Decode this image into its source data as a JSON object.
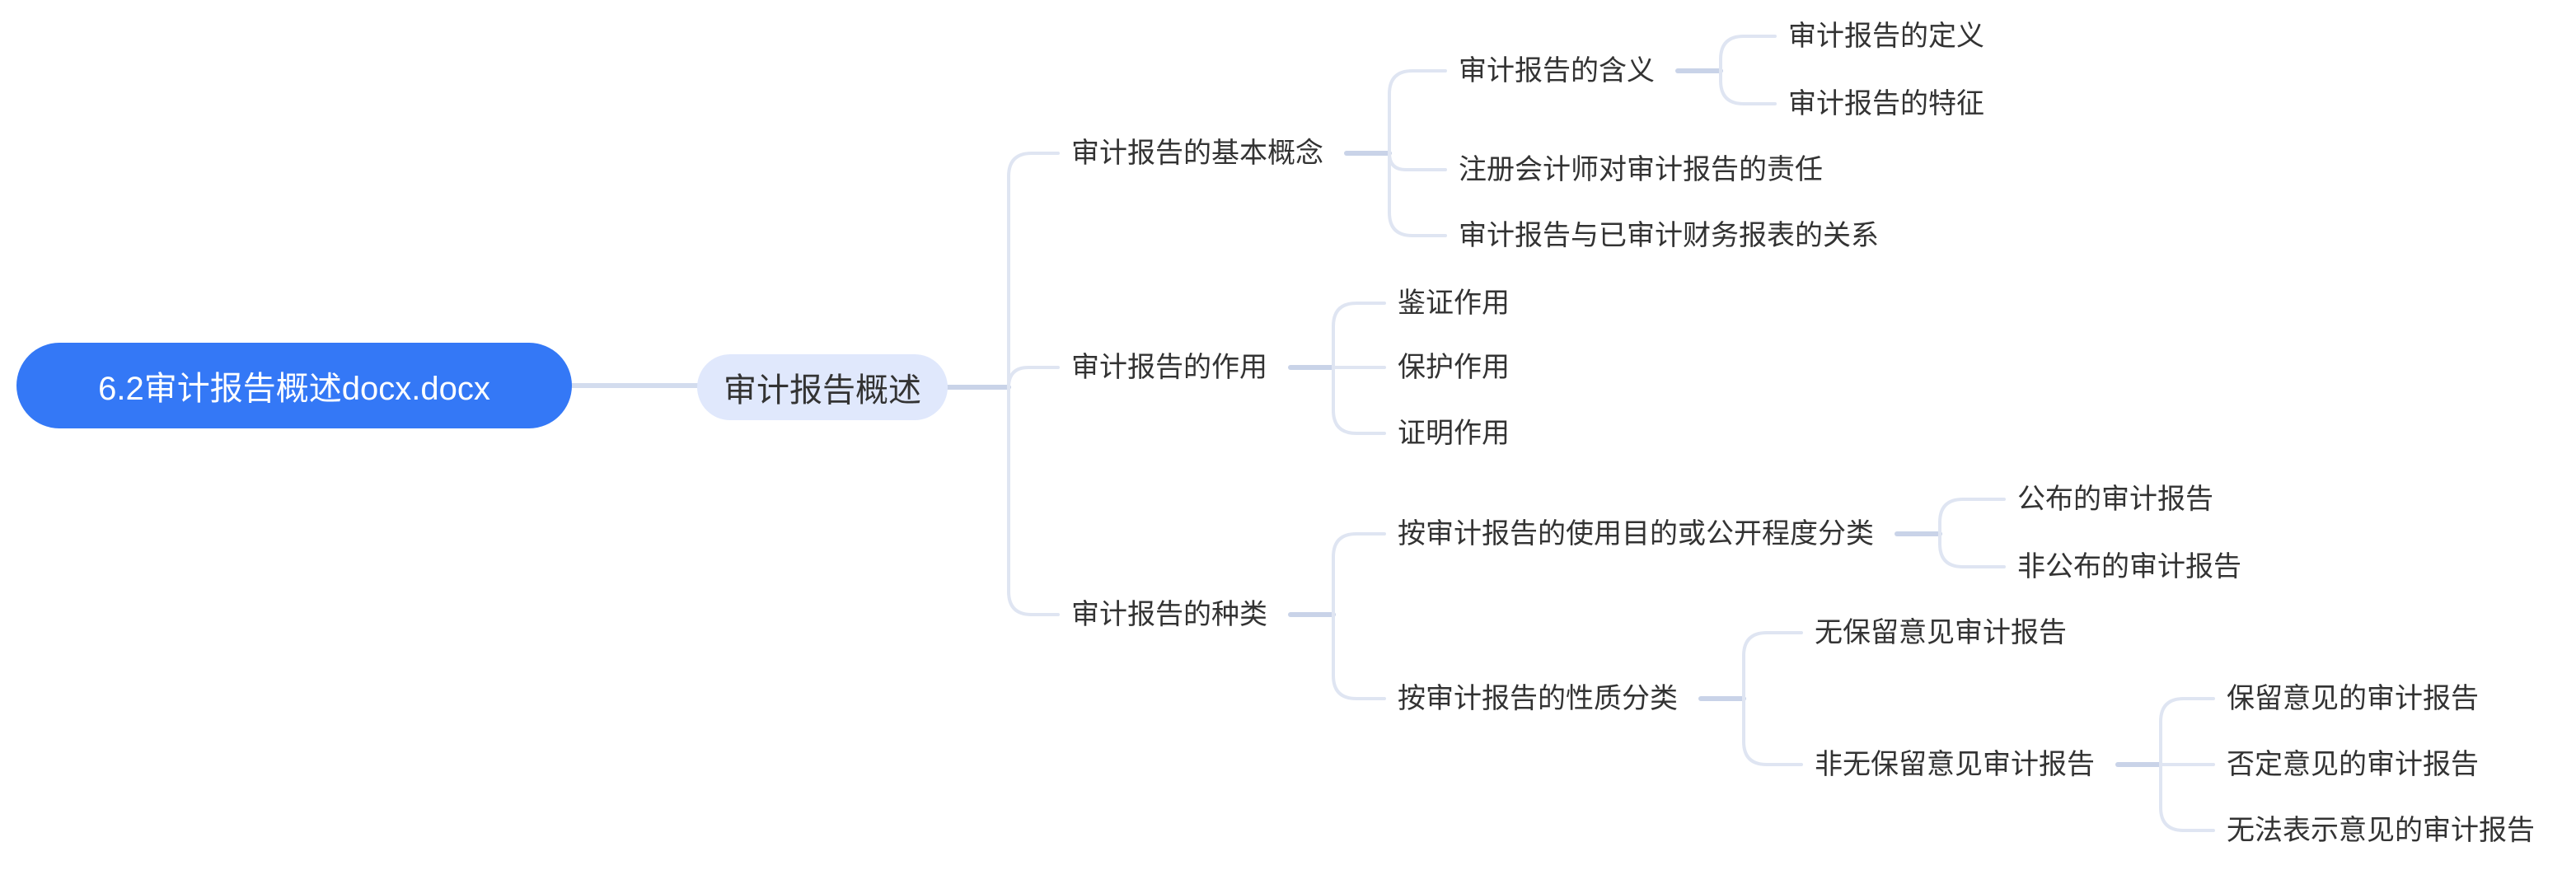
{
  "root": "6.2审计报告概述docx.docx",
  "main": "审计报告概述",
  "branches": {
    "concept": {
      "label": "审计报告的基本概念",
      "meaning": {
        "label": "审计报告的含义",
        "definition": "审计报告的定义",
        "features": "审计报告的特征"
      },
      "responsibility": "注册会计师对审计报告的责任",
      "relation": "审计报告与已审计财务报表的关系"
    },
    "function": {
      "label": "审计报告的作用",
      "items": [
        "鉴证作用",
        "保护作用",
        "证明作用"
      ]
    },
    "types": {
      "label": "审计报告的种类",
      "by_purpose": {
        "label": "按审计报告的使用目的或公开程度分类",
        "items": [
          "公布的审计报告",
          "非公布的审计报告"
        ]
      },
      "by_nature": {
        "label": "按审计报告的性质分类",
        "unqualified": "无保留意见审计报告",
        "modified": {
          "label": "非无保留意见审计报告",
          "items": [
            "保留意见的审计报告",
            "否定意见的审计报告",
            "无法表示意见的审计报告"
          ]
        }
      }
    }
  },
  "colors": {
    "root_bg": "#3478f6",
    "main_bg": "#e0e8fc",
    "link": "#d3dcee",
    "text": "#333333"
  }
}
